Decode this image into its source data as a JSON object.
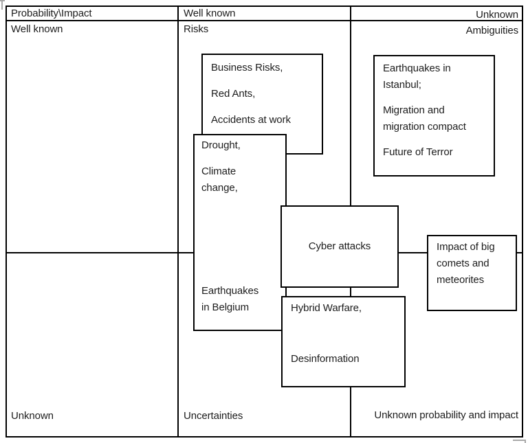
{
  "colors": {
    "line": "#000000",
    "text": "#1c1c1c",
    "background": "#ffffff",
    "handle": "#a8a8a8"
  },
  "matrix": {
    "header": {
      "rowcol": "Probability\\Impact",
      "col_well_known": "Well known",
      "col_unknown": "Unknown"
    },
    "row_well_known": {
      "label": "Well known",
      "cell_well_known": "Risks",
      "cell_unknown": "Ambiguities"
    },
    "row_unknown": {
      "label": "Unknown",
      "cell_well_known": "Uncertainties",
      "cell_unknown": "Unknown probability and impact"
    }
  },
  "boxes": {
    "business": {
      "p1": "Business Risks,",
      "p2": "Red Ants,",
      "p3": "Accidents at work"
    },
    "ambiguities": {
      "p1": "Earthquakes in Istanbul;",
      "p2": "Migration and migration compact",
      "p3": "Future of Terror"
    },
    "drought": {
      "p1": "Drought,",
      "p2": "Climate change,",
      "p3": "Earthquakes in Belgium"
    },
    "cyber": {
      "p1": "Cyber attacks"
    },
    "comets": {
      "p1": "Impact of big comets and meteorites"
    },
    "hybrid": {
      "p1": "Hybrid Warfare,",
      "p2": "Desinformation"
    }
  }
}
